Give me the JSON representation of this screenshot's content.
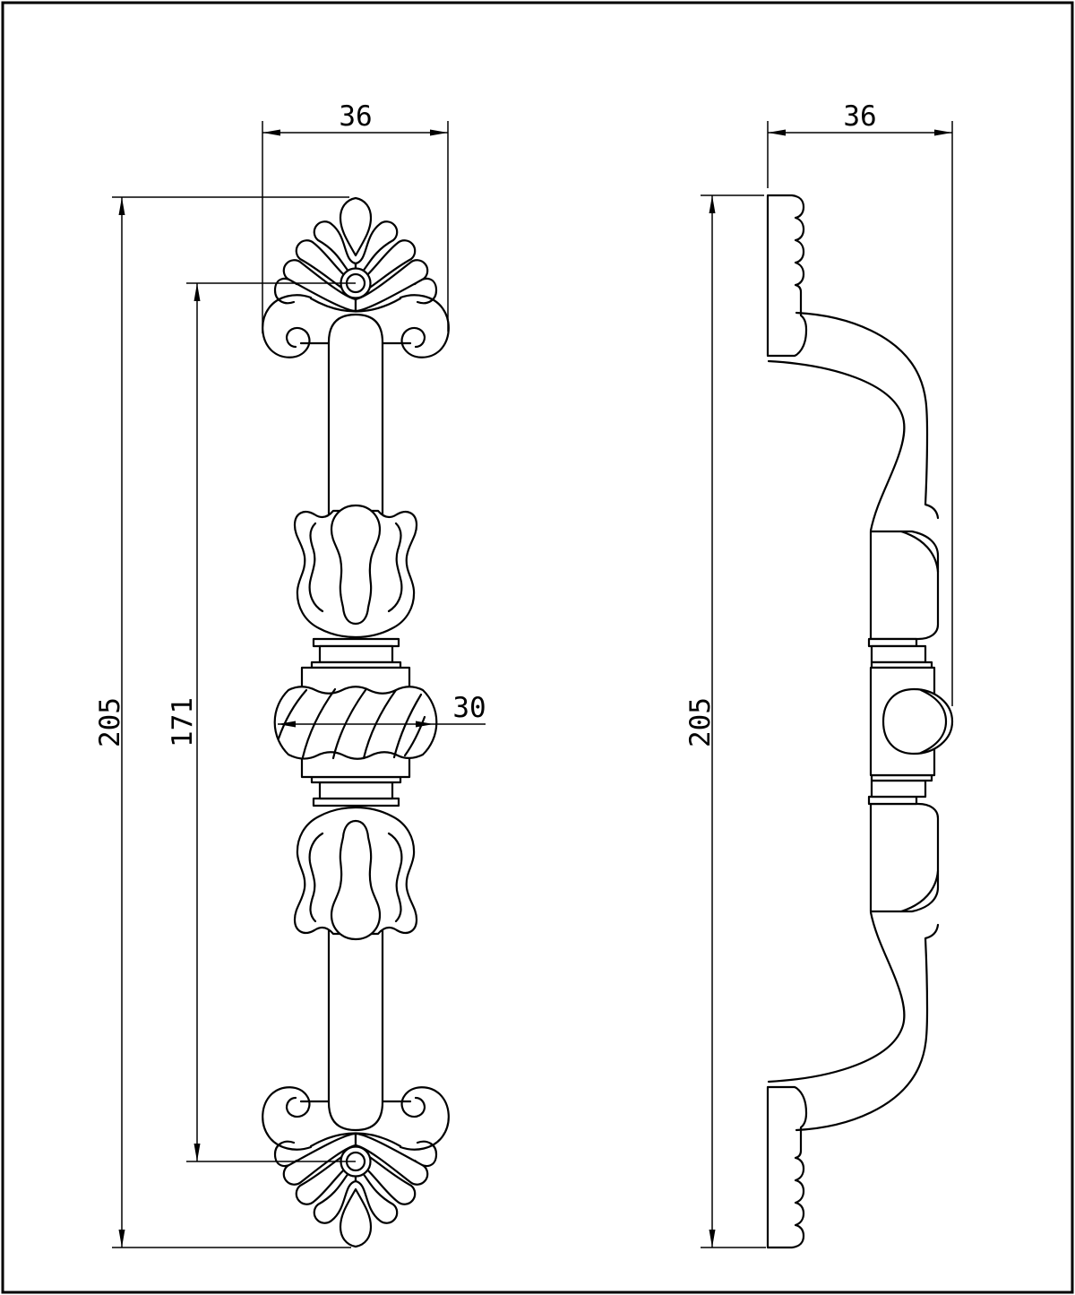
{
  "page": {
    "background": "#ffffff",
    "ink": "#000000",
    "description_tag": "two-view technical drawing of ornate door pull handle"
  },
  "dimensions": {
    "front_width": "36",
    "front_overall_height": "205",
    "front_fixing_centres": "171",
    "front_knob_width": "30",
    "side_depth": "36",
    "side_overall_height": "205"
  }
}
